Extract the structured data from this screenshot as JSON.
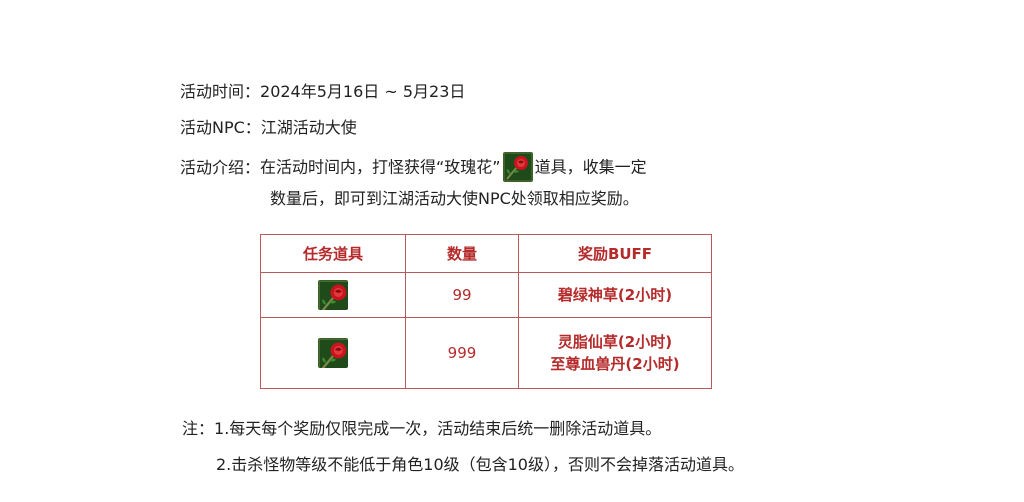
{
  "event": {
    "time_label": "活动时间：",
    "time_value": "2024年5月16日 ~ 5月23日",
    "npc_label": "活动NPC：",
    "npc_value": "江湖活动大使",
    "intro_label": "活动介绍：",
    "intro_part1": "在活动时间内，打怪获得“玫瑰花”",
    "intro_part2": "道具，收集一定",
    "intro_line2": "数量后，即可到江湖活动大使NPC处领取相应奖励。",
    "item_icon": "rose-icon"
  },
  "table": {
    "headers": [
      "任务道具",
      "数量",
      "奖励BUFF"
    ],
    "rows": [
      {
        "item_icon": "rose-icon",
        "quantity": "99",
        "rewards": [
          "碧绿神草(2小时)"
        ]
      },
      {
        "item_icon": "rose-icon",
        "quantity": "999",
        "rewards": [
          "灵脂仙草(2小时)",
          "至尊血兽丹(2小时)"
        ]
      }
    ],
    "colors": {
      "text": "#b52a2a",
      "border": "#b85a5a"
    }
  },
  "notes": {
    "label": "注：",
    "line1": "1.每天每个奖励仅限完成一次，活动结束后统一删除活动道具。",
    "line2": "2.击杀怪物等级不能低于角色10级（包含10级），否则不会掉落活动道具。"
  }
}
